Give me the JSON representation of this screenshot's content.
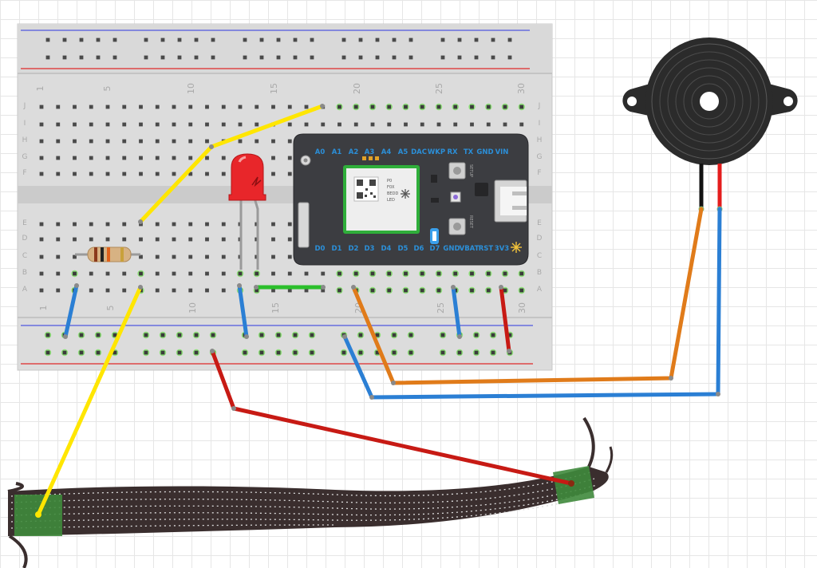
{
  "breadboard": {
    "row_labels_top": [
      "J",
      "I",
      "H",
      "G",
      "F"
    ],
    "row_labels_bottom": [
      "E",
      "D",
      "C",
      "B",
      "A"
    ],
    "column_numbers": [
      "1",
      "5",
      "10",
      "15",
      "20",
      "25",
      "30"
    ]
  },
  "photon": {
    "top_pins": [
      "A0",
      "A1",
      "A2",
      "A3",
      "A4",
      "A5",
      "DAC",
      "WKP",
      "RX",
      "TX",
      "GND",
      "VIN"
    ],
    "bottom_pins": [
      "D0",
      "D1",
      "D2",
      "D3",
      "D4",
      "D5",
      "D6",
      "D7",
      "GND",
      "VBAT",
      "RST",
      "3V3"
    ],
    "chip_text": [
      "P0",
      "F0X",
      "BEDD",
      "LED"
    ],
    "setup_label": "SETUP",
    "reset_label": "RESET"
  },
  "colors": {
    "wire_yellow": "#ffe600",
    "wire_red": "#c71a14",
    "wire_blue": "#2b7fd4",
    "wire_orange": "#e07b1a",
    "wire_green": "#2bbf2b",
    "photon_board": "#3c3d41",
    "pin_label": "#2b8fd8"
  },
  "icons": {
    "led": "red-led-icon",
    "resistor": "resistor-icon",
    "buzzer": "piezo-buzzer-icon",
    "sensor": "conductive-fabric-sensor"
  }
}
